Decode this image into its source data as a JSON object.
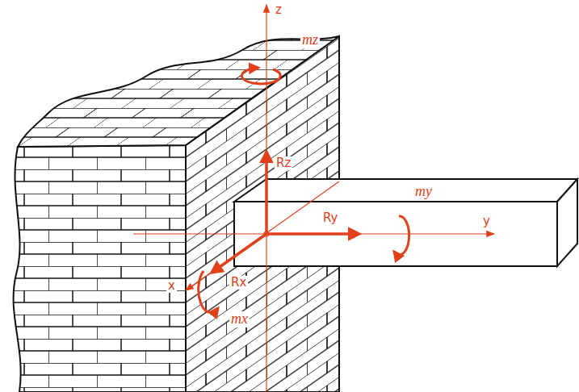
{
  "diagram": {
    "labels": [
      "z",
      "mz",
      "Rz",
      "Ry",
      "my",
      "y",
      "x",
      "Rx",
      "mx"
    ]
  }
}
